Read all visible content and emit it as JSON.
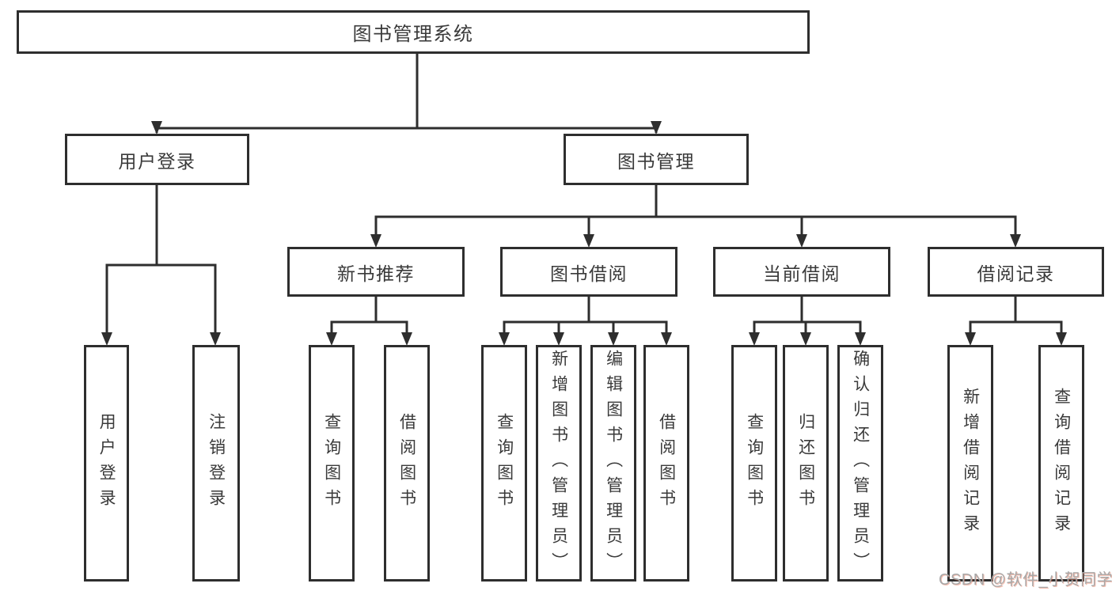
{
  "nodes": {
    "root": "图书管理系统",
    "user_login": "用户登录",
    "book_mgmt": "图书管理",
    "new_book_rec": "新书推荐",
    "book_borrow": "图书借阅",
    "current_borrow": "当前借阅",
    "borrow_records": "借阅记录",
    "leaf_user_login": "用户登录",
    "leaf_logout": "注销登录",
    "leaf_query_book_rec": "查询图书",
    "leaf_borrow_book_rec": "借阅图书",
    "leaf_query_book_borrow": "查询图书",
    "leaf_add_book": "新增图书（管理员）",
    "leaf_edit_book": "编辑图书（管理员）",
    "leaf_borrow_book_borrow": "借阅图书",
    "leaf_query_book_current": "查询图书",
    "leaf_return_book": "归还图书",
    "leaf_confirm_return": "确认归还（管理员）",
    "leaf_add_borrow_record": "新增借阅记录",
    "leaf_query_borrow_record": "查询借阅记录"
  },
  "watermark": "CSDN @软件_小贺同学",
  "colors": {
    "line": "#2e2e2e",
    "text": "#3a3a3a",
    "watermark": "#a8a8a8"
  }
}
